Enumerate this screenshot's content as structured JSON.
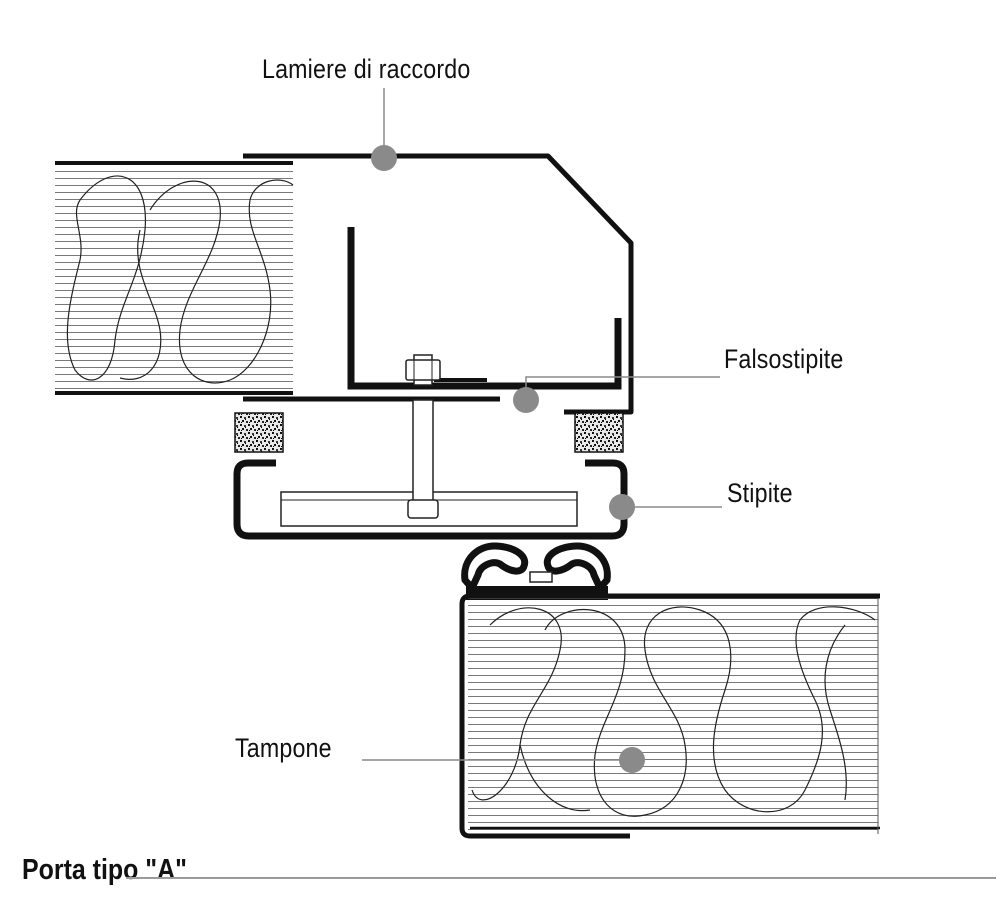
{
  "diagram": {
    "labels": {
      "lamiere": "Lamiere di raccordo",
      "falsostipite": "Falsostipite",
      "stipite": "Stipite",
      "tampone": "Tampone"
    },
    "caption": "Porta tipo \"A\"",
    "colors": {
      "line": "#111111",
      "marker": "#8a8a8a",
      "leader": "#8a8a8a",
      "insulation_lines": "#555555",
      "gasket": "#222222"
    }
  }
}
